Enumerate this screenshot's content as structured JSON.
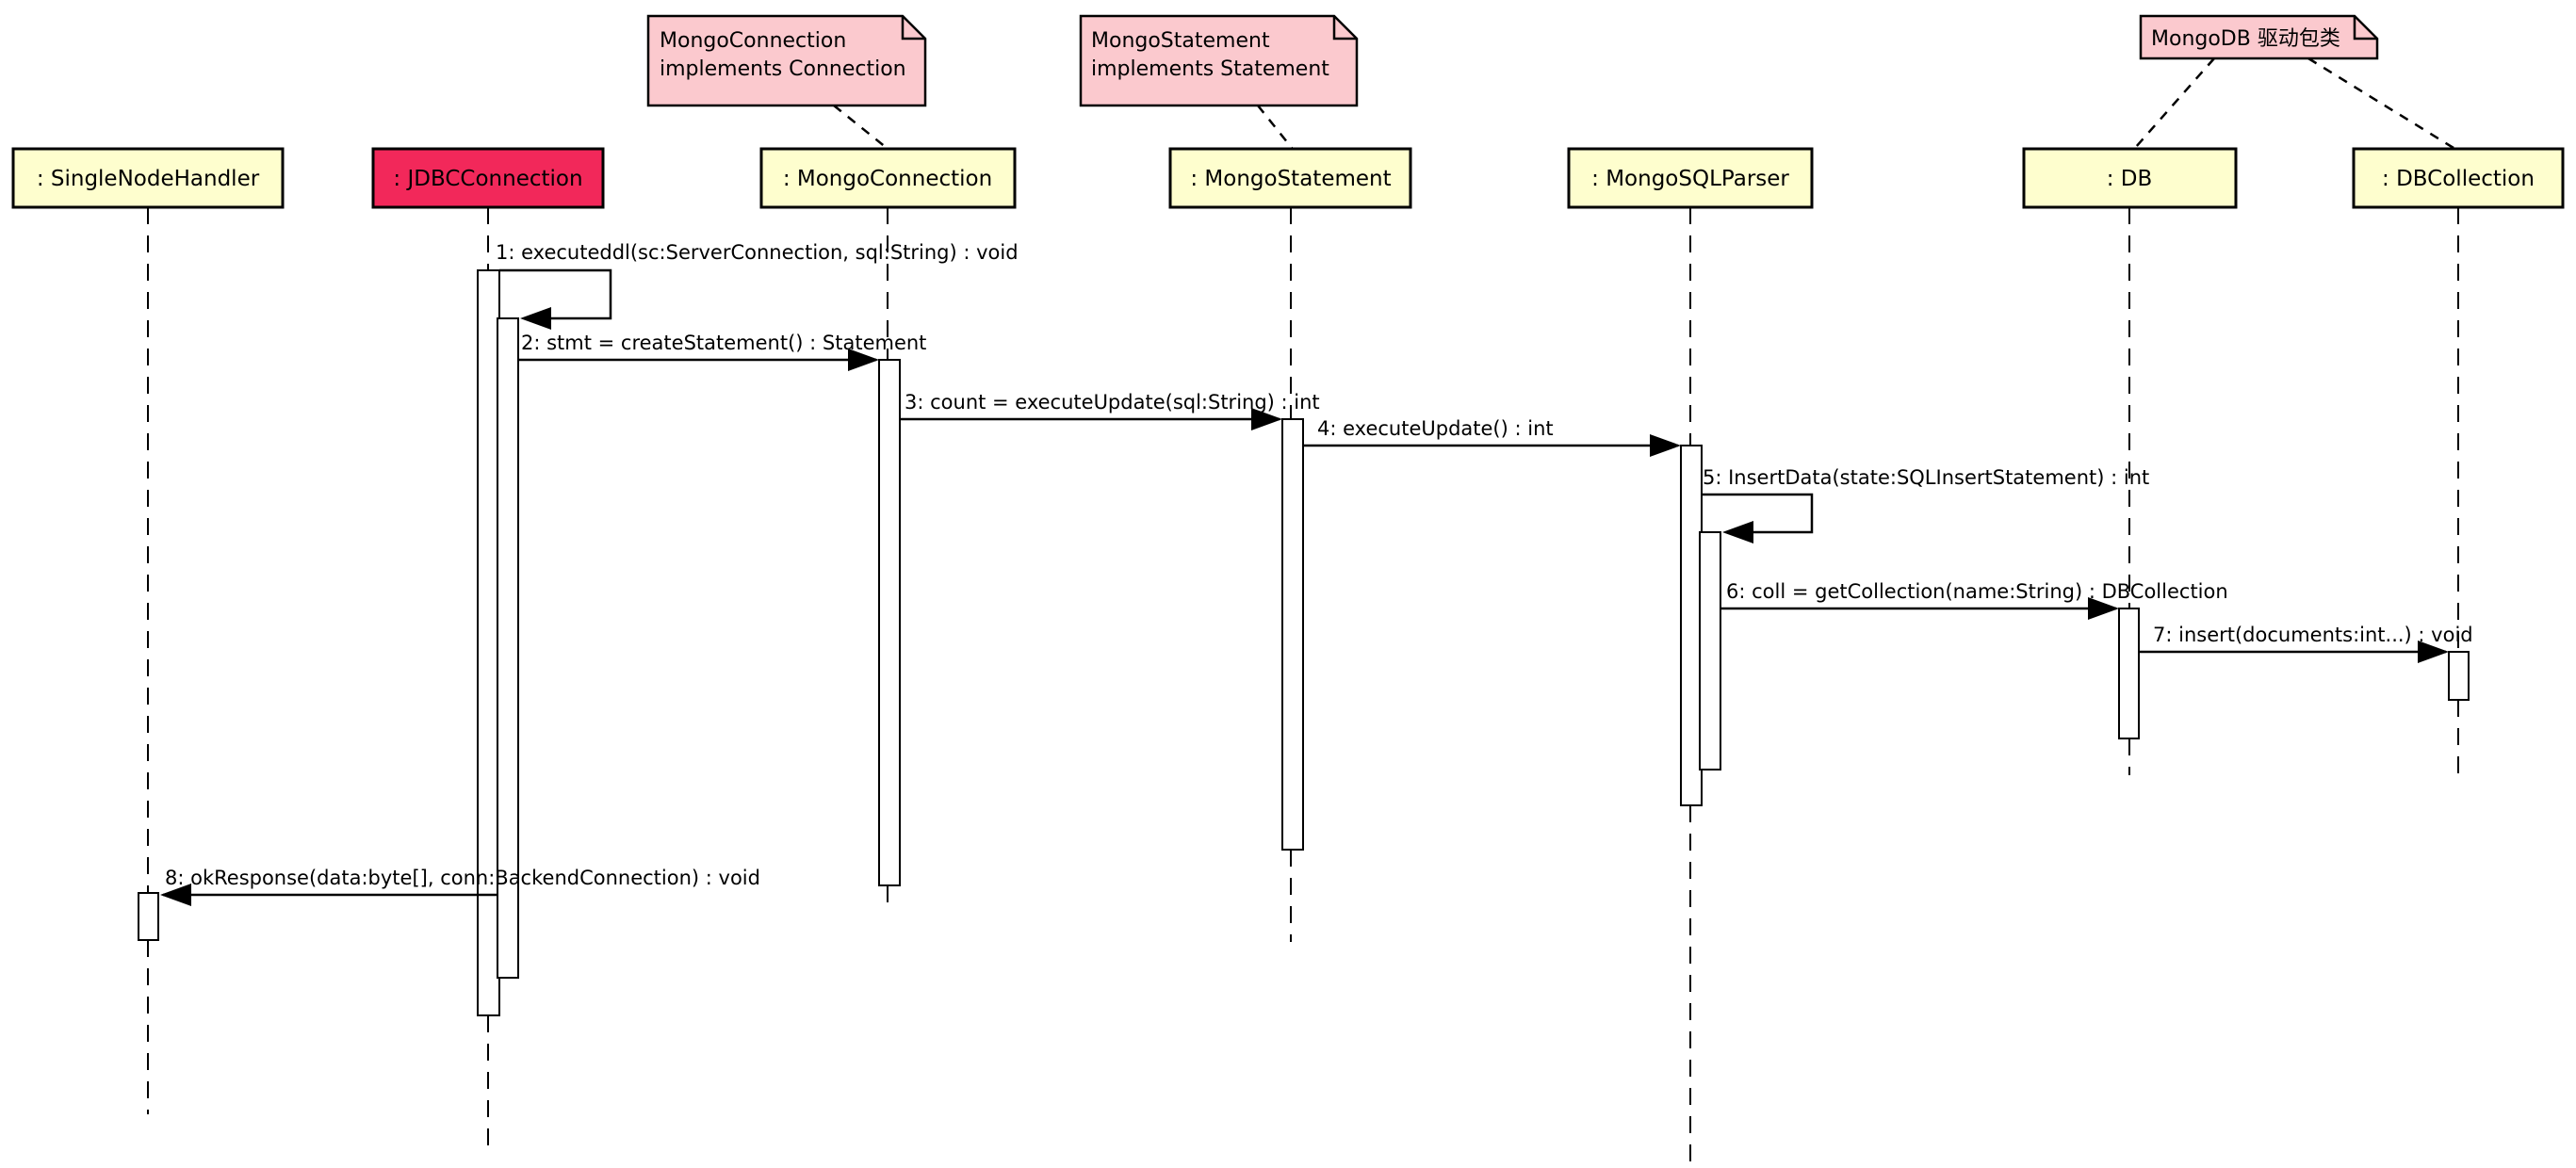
{
  "diagram": {
    "type": "uml-sequence-diagram",
    "participants": [
      {
        "id": "SingleNodeHandler",
        "label": ": SingleNodeHandler",
        "highlighted": false
      },
      {
        "id": "JDBCConnection",
        "label": ": JDBCConnection",
        "highlighted": true
      },
      {
        "id": "MongoConnection",
        "label": ": MongoConnection",
        "highlighted": false
      },
      {
        "id": "MongoStatement",
        "label": ": MongoStatement",
        "highlighted": false
      },
      {
        "id": "MongoSQLParser",
        "label": ": MongoSQLParser",
        "highlighted": false
      },
      {
        "id": "DB",
        "label": ": DB",
        "highlighted": false
      },
      {
        "id": "DBCollection",
        "label": ": DBCollection",
        "highlighted": false
      }
    ],
    "notes": [
      {
        "line1": "MongoConnection",
        "line2": "implements Connection",
        "attached_to": "MongoConnection"
      },
      {
        "line1": "MongoStatement",
        "line2": "implements Statement",
        "attached_to": "MongoStatement"
      },
      {
        "line1": "MongoDB 驱动包类",
        "attached_to": "DB and DBCollection"
      }
    ],
    "messages": [
      {
        "label": "1: executeddl(sc:ServerConnection, sql:String) : void",
        "from": "JDBCConnection",
        "to": "JDBCConnection",
        "type": "self"
      },
      {
        "label": "2: stmt = createStatement() : Statement",
        "from": "JDBCConnection",
        "to": "MongoConnection",
        "type": "call"
      },
      {
        "label": "3: count = executeUpdate(sql:String) : int",
        "from": "MongoConnection",
        "to": "MongoStatement",
        "type": "call"
      },
      {
        "label": "4: executeUpdate() : int",
        "from": "MongoStatement",
        "to": "MongoSQLParser",
        "type": "call"
      },
      {
        "label": "5: InsertData(state:SQLInsertStatement) : int",
        "from": "MongoSQLParser",
        "to": "MongoSQLParser",
        "type": "self"
      },
      {
        "label": "6: coll = getCollection(name:String) : DBCollection",
        "from": "MongoSQLParser",
        "to": "DB",
        "type": "call"
      },
      {
        "label": "7: insert(documents:int...) : void",
        "from": "DB",
        "to": "DBCollection",
        "type": "call"
      },
      {
        "label": "8: okResponse(data:byte[], conn:BackendConnection) : void",
        "from": "JDBCConnection",
        "to": "SingleNodeHandler",
        "type": "return"
      }
    ],
    "colors": {
      "participant_bg": "#FEFECE",
      "highlight_bg": "#F2285A",
      "note_bg": "#FBC9CE",
      "activation_bg": "#FFFFFF",
      "stroke": "#000000",
      "background": "#FFFFFF"
    }
  }
}
